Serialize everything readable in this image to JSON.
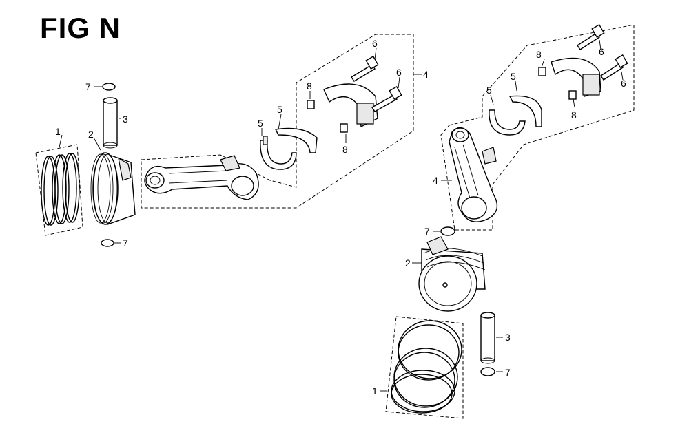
{
  "figure": {
    "title": "FIG N"
  },
  "callouts": {
    "left": [
      {
        "id": "c1",
        "label": "1"
      },
      {
        "id": "c2",
        "label": "2"
      },
      {
        "id": "c3",
        "label": "3"
      },
      {
        "id": "c7a",
        "label": "7"
      },
      {
        "id": "c7b",
        "label": "7"
      },
      {
        "id": "c5a",
        "label": "5"
      },
      {
        "id": "c5b",
        "label": "5"
      },
      {
        "id": "c8a",
        "label": "8"
      },
      {
        "id": "c8b",
        "label": "8"
      },
      {
        "id": "c6a",
        "label": "6"
      },
      {
        "id": "c6b",
        "label": "6"
      },
      {
        "id": "c4",
        "label": "4"
      }
    ],
    "right": [
      {
        "id": "r8a",
        "label": "8"
      },
      {
        "id": "r6a",
        "label": "6"
      },
      {
        "id": "r6b",
        "label": "6"
      },
      {
        "id": "r8b",
        "label": "8"
      },
      {
        "id": "r5a",
        "label": "5"
      },
      {
        "id": "r5b",
        "label": "5"
      },
      {
        "id": "r4",
        "label": "4"
      },
      {
        "id": "r7a",
        "label": "7"
      },
      {
        "id": "r2",
        "label": "2"
      },
      {
        "id": "r3",
        "label": "3"
      },
      {
        "id": "r7b",
        "label": "7"
      },
      {
        "id": "r1",
        "label": "1"
      }
    ]
  }
}
